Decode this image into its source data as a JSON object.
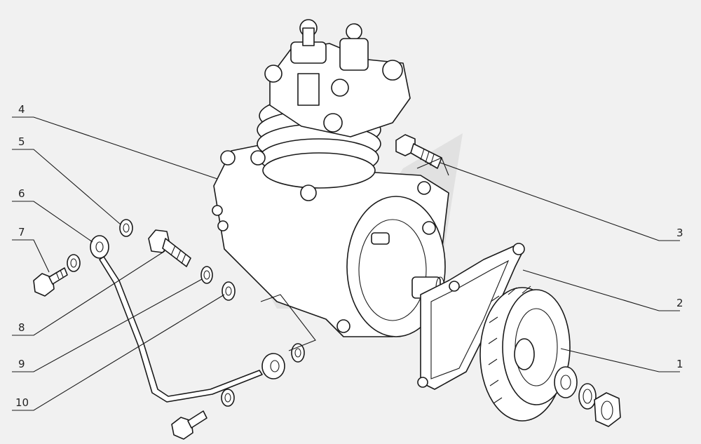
{
  "diagram": {
    "callouts": [
      {
        "id": "c1",
        "label": "1"
      },
      {
        "id": "c2",
        "label": "2"
      },
      {
        "id": "c3",
        "label": "3"
      },
      {
        "id": "c4",
        "label": "4"
      },
      {
        "id": "c5",
        "label": "5"
      },
      {
        "id": "c6",
        "label": "6"
      },
      {
        "id": "c7",
        "label": "7"
      },
      {
        "id": "c8",
        "label": "8"
      },
      {
        "id": "c9",
        "label": "9"
      },
      {
        "id": "c10",
        "label": "10"
      }
    ],
    "colors": {
      "background": "#f1f1f1",
      "line": "#1a1a1a",
      "watermark": "#c9c9c9"
    }
  }
}
